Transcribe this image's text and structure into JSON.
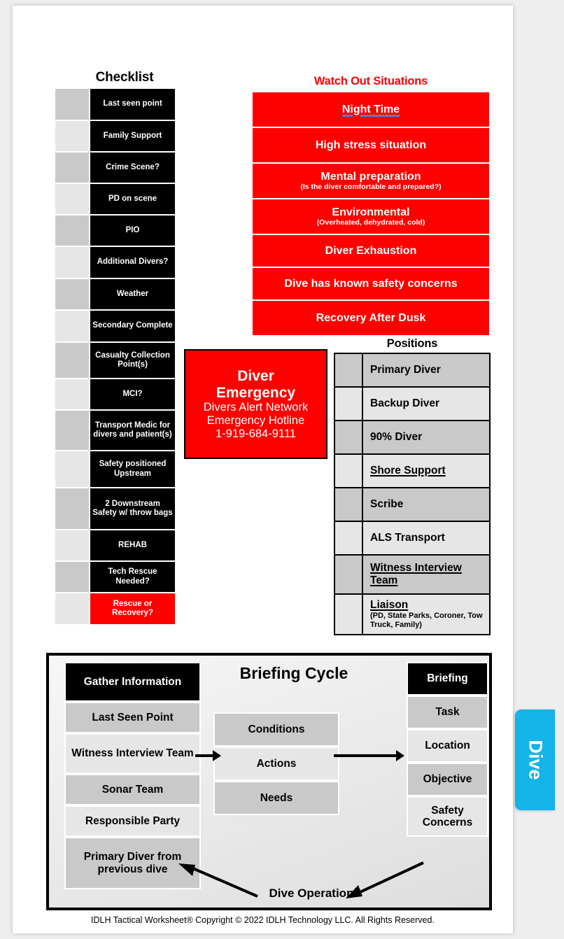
{
  "checklist": {
    "title": "Checklist",
    "items": [
      {
        "label": "Last seen point",
        "red": false
      },
      {
        "label": "Family Support",
        "red": false
      },
      {
        "label": "Crime Scene?",
        "red": false
      },
      {
        "label": "PD on scene",
        "red": false
      },
      {
        "label": "PIO",
        "red": false
      },
      {
        "label": "Additional Divers?",
        "red": false
      },
      {
        "label": "Weather",
        "red": false
      },
      {
        "label": "Secondary Complete",
        "red": false
      },
      {
        "label": "Casualty Collection Point(s)",
        "red": false
      },
      {
        "label": "MCI?",
        "red": false
      },
      {
        "label": "Transport Medic for divers and patient(s)",
        "red": false
      },
      {
        "label": "Safety positioned Upstream",
        "red": false
      },
      {
        "label": "2 Downstream Safety w/ throw bags",
        "red": false
      },
      {
        "label": "REHAB",
        "red": false
      },
      {
        "label": "Tech Rescue Needed?",
        "red": false
      },
      {
        "label": "Rescue or Recovery?",
        "red": true
      }
    ]
  },
  "watch_out": {
    "title": "Watch Out Situations",
    "items": [
      {
        "main": "Night Time",
        "sub": "",
        "underline": true
      },
      {
        "main": "High stress situation",
        "sub": "",
        "underline": false
      },
      {
        "main": "Mental preparation",
        "sub": "(Is the diver comfortable and prepared?)",
        "underline": false
      },
      {
        "main": "Environmental",
        "sub": "(Overheated, dehydrated, cold)",
        "underline": false
      },
      {
        "main": "Diver Exhaustion",
        "sub": "",
        "underline": false
      },
      {
        "main": "Dive has known safety concerns",
        "sub": "",
        "underline": false
      },
      {
        "main": "Recovery After Dusk",
        "sub": "",
        "underline": false
      }
    ]
  },
  "emergency": {
    "heading_line1": "Diver",
    "heading_line2": "Emergency",
    "line3": "Divers Alert Network",
    "line4": "Emergency Hotline",
    "phone": "1-919-684-9111"
  },
  "positions": {
    "title": "Positions",
    "items": [
      {
        "main": "Primary Diver",
        "sub": "",
        "underline": false
      },
      {
        "main": "Backup Diver",
        "sub": "",
        "underline": false
      },
      {
        "main": "90% Diver",
        "sub": "",
        "underline": false
      },
      {
        "main": "Shore Support",
        "sub": "",
        "underline": true
      },
      {
        "main": "Scribe",
        "sub": "",
        "underline": false
      },
      {
        "main": "ALS Transport",
        "sub": "",
        "underline": false
      },
      {
        "main": "Witness Interview Team",
        "sub": "",
        "underline": true
      },
      {
        "main": "Liaison",
        "sub": "(PD, State Parks, Coroner, Tow Truck, Family)",
        "underline": true
      }
    ]
  },
  "briefing": {
    "title": "Briefing Cycle",
    "left": [
      "Gather Information",
      "Last Seen Point",
      "Witness Interview Team",
      "Sonar Team",
      "Responsible Party",
      "Primary Diver from previous dive"
    ],
    "middle": [
      "Conditions",
      "Actions",
      "Needs"
    ],
    "right": [
      "Briefing",
      "Task",
      "Location",
      "Objective",
      "Safety Concerns"
    ],
    "loop_label": "Dive Operation"
  },
  "footer": {
    "text": "IDLH Tactical Worksheet®  Copyright © 2022 IDLH Technology LLC. All Rights Reserved."
  },
  "side_tab": {
    "label": "Dive"
  },
  "colors": {
    "red": "#fd0000",
    "black": "#000000",
    "tab_blue": "#14b3e8",
    "shade_dark": "#c9c9c9",
    "shade_light": "#e6e6e6"
  }
}
